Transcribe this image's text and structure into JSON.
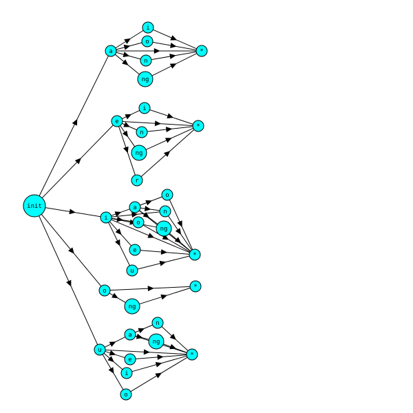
{
  "diagram": {
    "style": {
      "node_fill": "#00ffff",
      "node_stroke": "#000000",
      "edge_color": "#000000",
      "background": "#ffffff"
    },
    "nodes": [
      {
        "id": "init",
        "label": "init"
      },
      {
        "id": "a",
        "label": "a"
      },
      {
        "id": "a_i",
        "label": "i"
      },
      {
        "id": "a_o",
        "label": "o"
      },
      {
        "id": "a_n",
        "label": "n"
      },
      {
        "id": "a_ng",
        "label": "ng"
      },
      {
        "id": "a_end",
        "label": "*"
      },
      {
        "id": "e",
        "label": "e"
      },
      {
        "id": "e_i",
        "label": "i"
      },
      {
        "id": "e_n",
        "label": "n"
      },
      {
        "id": "e_ng",
        "label": "ng"
      },
      {
        "id": "e_r",
        "label": "r"
      },
      {
        "id": "e_end",
        "label": "*"
      },
      {
        "id": "i",
        "label": "i"
      },
      {
        "id": "i_a",
        "label": "a"
      },
      {
        "id": "i_o",
        "label": "o"
      },
      {
        "id": "i_ao",
        "label": "o"
      },
      {
        "id": "i_n",
        "label": "n"
      },
      {
        "id": "i_ng",
        "label": "ng"
      },
      {
        "id": "i_e",
        "label": "e"
      },
      {
        "id": "i_u",
        "label": "u"
      },
      {
        "id": "i_end",
        "label": "*"
      },
      {
        "id": "o",
        "label": "o"
      },
      {
        "id": "o_ng",
        "label": "ng"
      },
      {
        "id": "o_end",
        "label": "*"
      },
      {
        "id": "u",
        "label": "u"
      },
      {
        "id": "u_a",
        "label": "a"
      },
      {
        "id": "u_n",
        "label": "n"
      },
      {
        "id": "u_ng",
        "label": "ng"
      },
      {
        "id": "u_e",
        "label": "e"
      },
      {
        "id": "u_i",
        "label": "i"
      },
      {
        "id": "u_o",
        "label": "o"
      },
      {
        "id": "u_end",
        "label": "*"
      }
    ],
    "edges": [
      [
        "init",
        "a"
      ],
      [
        "init",
        "e"
      ],
      [
        "init",
        "i"
      ],
      [
        "init",
        "o"
      ],
      [
        "init",
        "u"
      ],
      [
        "a",
        "a_i"
      ],
      [
        "a",
        "a_o"
      ],
      [
        "a",
        "a_n"
      ],
      [
        "a",
        "a_ng"
      ],
      [
        "a",
        "a_end"
      ],
      [
        "a_i",
        "a_end"
      ],
      [
        "a_o",
        "a_end"
      ],
      [
        "a_n",
        "a_end"
      ],
      [
        "a_ng",
        "a_end"
      ],
      [
        "e",
        "e_i"
      ],
      [
        "e",
        "e_n"
      ],
      [
        "e",
        "e_ng"
      ],
      [
        "e",
        "e_r"
      ],
      [
        "e",
        "e_end"
      ],
      [
        "e_i",
        "e_end"
      ],
      [
        "e_n",
        "e_end"
      ],
      [
        "e_ng",
        "e_end"
      ],
      [
        "e_r",
        "e_end"
      ],
      [
        "i",
        "i_a"
      ],
      [
        "i",
        "i_o"
      ],
      [
        "i",
        "i_n"
      ],
      [
        "i",
        "i_ng"
      ],
      [
        "i",
        "i_e"
      ],
      [
        "i",
        "i_u"
      ],
      [
        "i",
        "i_end"
      ],
      [
        "i_a",
        "i_ao"
      ],
      [
        "i_a",
        "i_n"
      ],
      [
        "i_a",
        "i_ng"
      ],
      [
        "i_a",
        "i_end"
      ],
      [
        "i_ao",
        "i_end"
      ],
      [
        "i_n",
        "i_end"
      ],
      [
        "i_o",
        "i_end"
      ],
      [
        "i_ng",
        "i_end"
      ],
      [
        "i_e",
        "i_end"
      ],
      [
        "i_u",
        "i_end"
      ],
      [
        "o",
        "o_ng"
      ],
      [
        "o",
        "o_end"
      ],
      [
        "o_ng",
        "o_end"
      ],
      [
        "u",
        "u_a"
      ],
      [
        "u",
        "u_e"
      ],
      [
        "u",
        "u_i"
      ],
      [
        "u",
        "u_o"
      ],
      [
        "u",
        "u_end"
      ],
      [
        "u_a",
        "u_n"
      ],
      [
        "u_a",
        "u_ng"
      ],
      [
        "u_a",
        "u_end"
      ],
      [
        "u_n",
        "u_end"
      ],
      [
        "u_ng",
        "u_end"
      ],
      [
        "u_e",
        "u_end"
      ],
      [
        "u_i",
        "u_end"
      ],
      [
        "u_o",
        "u_end"
      ]
    ]
  }
}
